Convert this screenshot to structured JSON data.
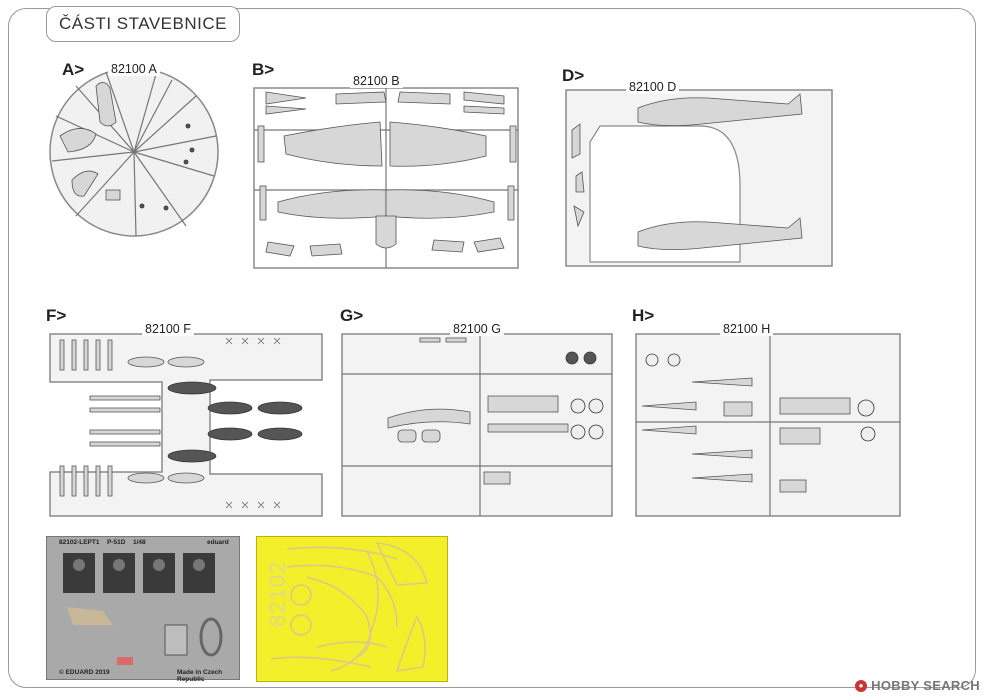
{
  "title": "ČÁSTI STAVEBNICE",
  "sections": {
    "A": {
      "letter": "A>",
      "code": "82100 A"
    },
    "B": {
      "letter": "B>",
      "code": "82100 B"
    },
    "D": {
      "letter": "D>",
      "code": "82100 D"
    },
    "F": {
      "letter": "F>",
      "code": "82100 F"
    },
    "G": {
      "letter": "G>",
      "code": "82100 G"
    },
    "H": {
      "letter": "H>",
      "code": "82100 H"
    }
  },
  "photoetch": {
    "code": "82102-LEPT1",
    "aircraft": "P-51D",
    "scale": "1/48",
    "brand": "eduard",
    "copyright": "© EDUARD 2019",
    "origin": "Made in Czech Republic"
  },
  "mask": {
    "number": "82102"
  },
  "watermark": {
    "text": "HOBBY SEARCH"
  }
}
